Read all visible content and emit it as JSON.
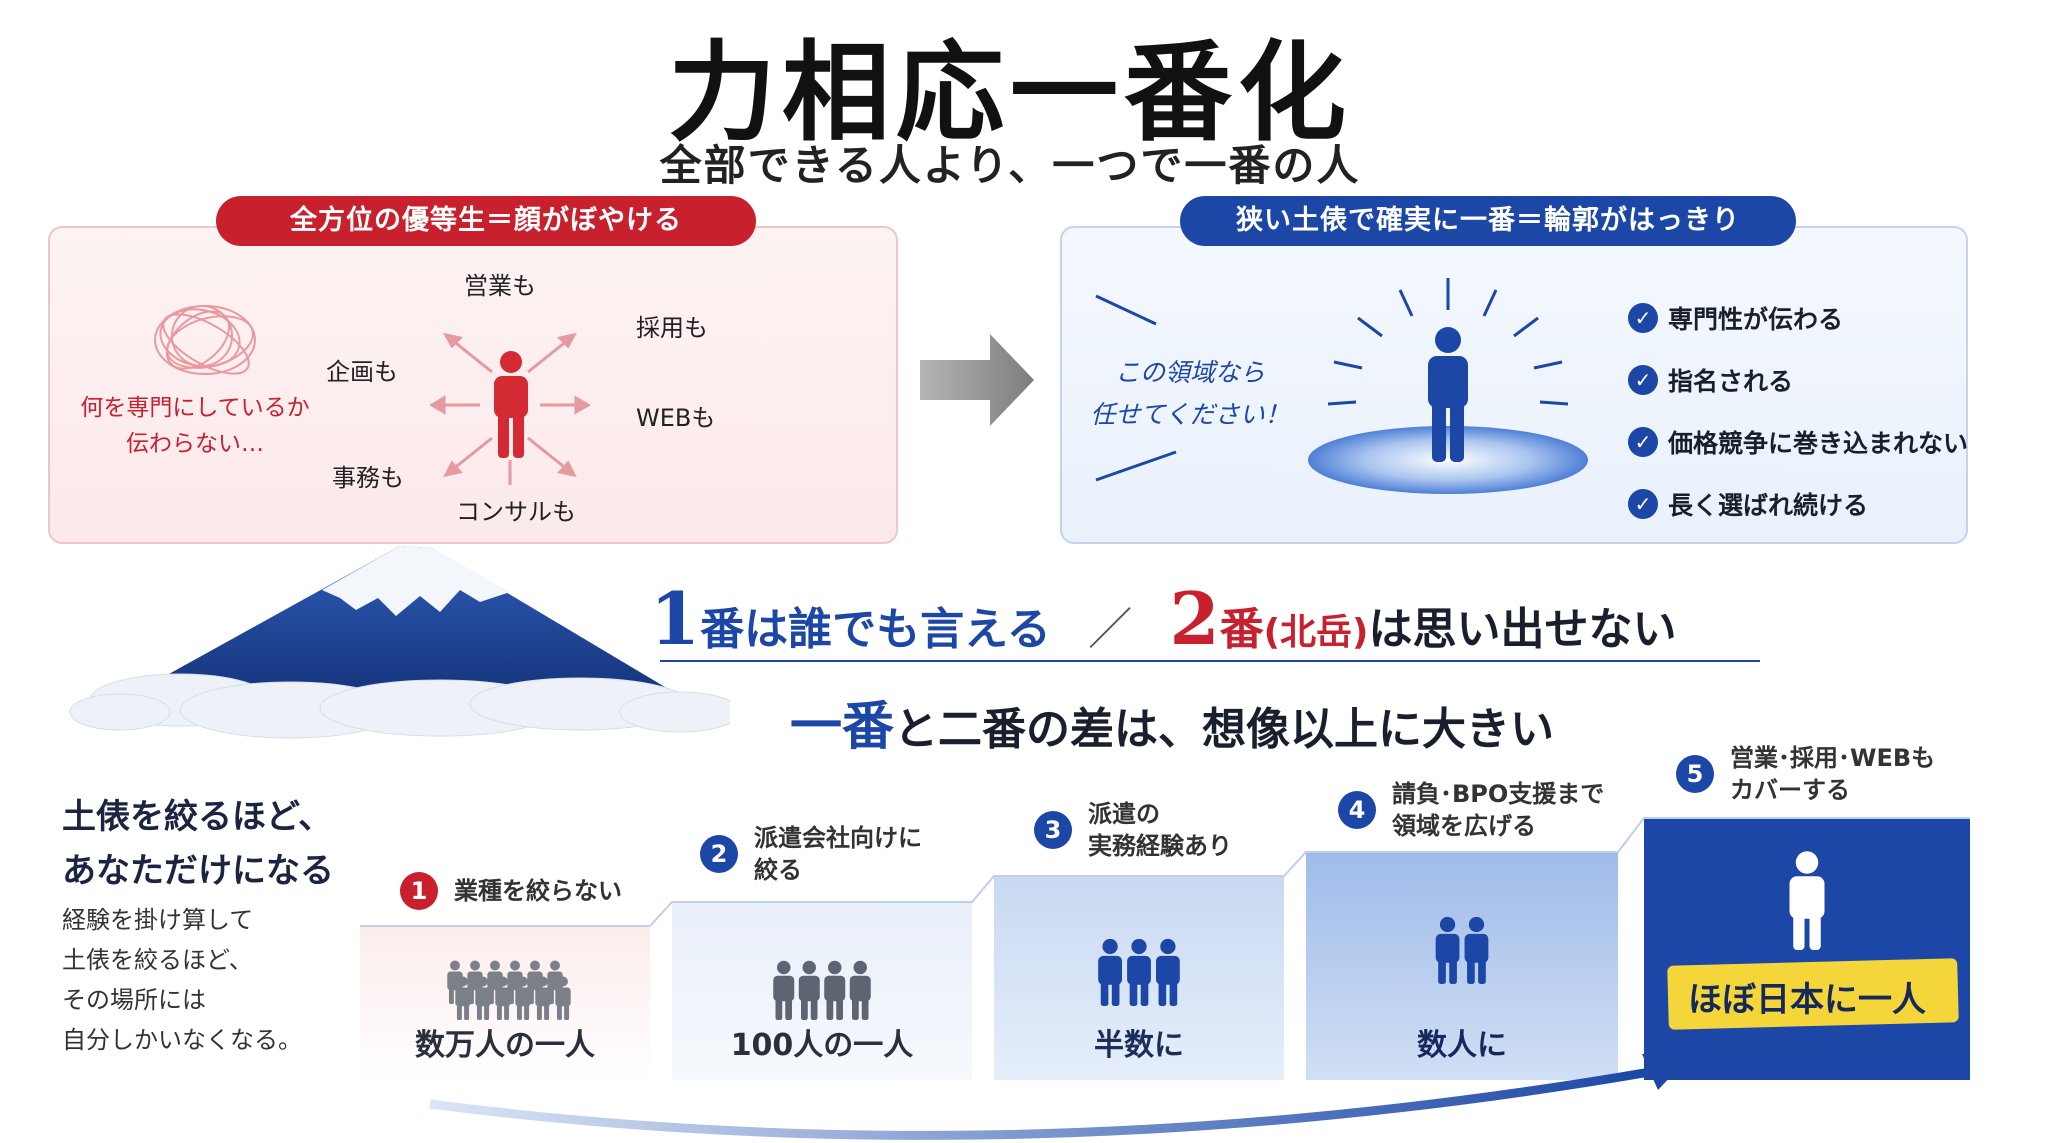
{
  "title": "力相応一番化",
  "subtitle": "全部できる人より、一つで一番の人",
  "left_panel": {
    "header": "全方位の優等生＝顔がぼやける",
    "caption_line1": "何を専門にしているか",
    "caption_line2": "伝わらない…",
    "radial_labels": [
      "営業も",
      "採用も",
      "企画も",
      "WEBも",
      "事務も",
      "コンサルも"
    ],
    "accent": "#c8202c"
  },
  "right_panel": {
    "header": "狭い土俵で確実に一番＝輪郭がはっきり",
    "speech_line1": "この領域なら",
    "speech_line2": "任せてください！",
    "checklist": [
      "専門性が伝わる",
      "指名される",
      "価格競争に巻き込まれない",
      "長く選ばれ続ける"
    ],
    "accent": "#1c47a6"
  },
  "headline": {
    "num1": "1",
    "part1": "番は誰でも言える",
    "separator": "／",
    "num2": "2",
    "part2a": "番",
    "part2b": "(北岳)",
    "part2c": "は思い出せない",
    "line2_em": "一番",
    "line2_rest": "と二番の差は、想像以上に大きい"
  },
  "side": {
    "title_line1": "土俵を絞るほど、",
    "title_line2": "あなただけになる",
    "body": [
      "経験を掛け算して",
      "土俵を絞るほど、",
      "その場所には",
      "自分しかいなくなる。"
    ]
  },
  "steps": [
    {
      "num": "1",
      "label_line1": "業種を絞らない",
      "label_line2": "",
      "result": "数万人の一人",
      "people": 12
    },
    {
      "num": "2",
      "label_line1": "派遣会社向けに",
      "label_line2": "絞る",
      "result": "100人の一人",
      "people": 4
    },
    {
      "num": "3",
      "label_line1": "派遣の",
      "label_line2": "実務経験あり",
      "result": "半数に",
      "people": 3
    },
    {
      "num": "4",
      "label_line1": "請負･BPO支援まで",
      "label_line2": "領域を広げる",
      "result": "数人に",
      "people": 2
    },
    {
      "num": "5",
      "label_line1": "営業･採用･WEBも",
      "label_line2": "カバーする",
      "result": "ほぼ日本に一人",
      "people": 1
    }
  ],
  "colors": {
    "red": "#c8202c",
    "blue": "#1c47a6",
    "highlight": "#f5d63a"
  }
}
